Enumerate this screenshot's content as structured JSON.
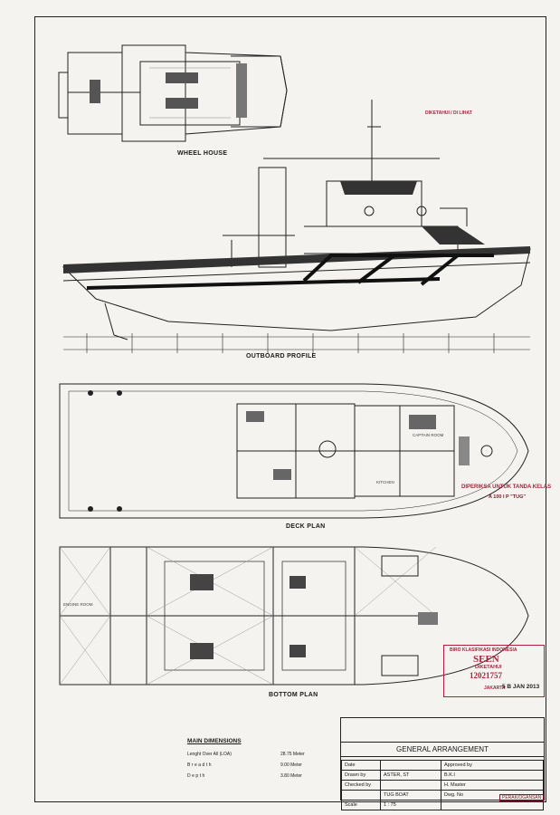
{
  "views": {
    "wheel_house": "WHEEL HOUSE",
    "outboard_profile": "OUTBOARD PROFILE",
    "deck_plan": "DECK PLAN",
    "bottom_plan": "BOTTOM PLAN"
  },
  "room_labels": {
    "captain_room": "CAPTAIN ROOM",
    "kitchen": "KITCHEN",
    "engine_room": "ENGINE ROOM"
  },
  "stamps": {
    "class_check_title": "DIPERIKSA UNTUK TANDA KELAS",
    "class_notation": "A 100 I P \"TUG\"",
    "bki_office": "BIRO KLASIFIKASI INDONESIA",
    "seen": "SEEN",
    "diketahui": "DIKETAHUI",
    "seen_number": "12021757",
    "city": "JAKARTA",
    "seen_date": "5 B JAN 2013",
    "right_top": "DIKETAHUI / DI LIHAT",
    "peramusan": "PERAK/OGANSAN"
  },
  "main_dimensions": {
    "title": "MAIN DIMENSIONS",
    "rows": [
      {
        "label": "Lenght Over All (LOA)",
        "value": "28.75 Meter"
      },
      {
        "label": "Breadth",
        "value": "9.00 Meter"
      },
      {
        "label": "Depth",
        "value": "3.80 Meter"
      }
    ]
  },
  "title_block": {
    "drawing_title": "GENERAL ARRANGEMENT",
    "approved_by_label": "Approved by",
    "approved_by": "B.K.I",
    "date_label": "Date",
    "drawn_by_label": "Drawn by",
    "drawn_by": "ASTER, ST",
    "checked_by_label": "Checked by",
    "checked_by_value": "H. Master",
    "type_value": "TUG BOAT",
    "scale_label": "Scale",
    "scale_value": "1 : 75",
    "dwg_no_label": "Dwg. No"
  }
}
